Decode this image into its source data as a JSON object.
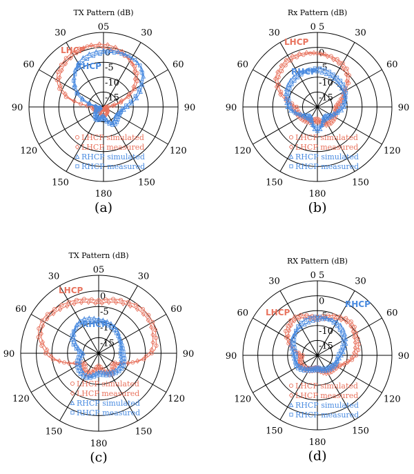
{
  "colors": {
    "lhcp": "#e8735e",
    "rhcp": "#4a8be0",
    "grid": "#000000"
  },
  "angle_labels": [
    "0",
    "30",
    "60",
    "90",
    "120",
    "150",
    "180",
    "150",
    "120",
    "90",
    "60",
    "30"
  ],
  "chart_data": [
    {
      "type": "polar",
      "title": "TX Pattern (dB)",
      "caption": "(a)",
      "top_label": "05",
      "radial_labels": [
        "0",
        "-5",
        "-10",
        "-15"
      ],
      "rlim": [
        -20,
        5
      ],
      "tags": {
        "lhcp": "LHCP",
        "rhcp": "RHCP"
      },
      "legend": [
        "LHCP simulated",
        "LHCP measured",
        "RHCP simulated",
        "RHCP measured"
      ],
      "series": [
        {
          "name": "LHCP simulated",
          "angles": [
            -90,
            -75,
            -60,
            -45,
            -30,
            -15,
            0,
            15,
            30,
            45,
            60,
            75,
            90,
            135,
            180,
            225,
            270
          ],
          "values": [
            -17,
            -7,
            -2,
            0,
            1,
            1,
            0,
            -1,
            -2,
            -4,
            -8,
            -14,
            -19,
            -19,
            -19,
            -19,
            -17
          ]
        },
        {
          "name": "LHCP measured",
          "angles": [
            -90,
            -75,
            -60,
            -45,
            -30,
            -15,
            0,
            15,
            30,
            45,
            60,
            75,
            90,
            135,
            180,
            225,
            270
          ],
          "values": [
            -16,
            -8,
            -3,
            -1,
            0,
            1,
            1,
            0,
            -2,
            -5,
            -9,
            -15,
            -19,
            -18,
            -17,
            -18,
            -16
          ]
        },
        {
          "name": "RHCP simulated",
          "angles": [
            -90,
            -60,
            -30,
            0,
            30,
            45,
            60,
            90,
            120,
            150,
            180,
            210,
            240,
            270
          ],
          "values": [
            -19,
            -10,
            -3,
            -1,
            -1,
            -2,
            -5,
            -12,
            -15,
            -14,
            -17,
            -16,
            -18,
            -19
          ]
        },
        {
          "name": "RHCP measured",
          "angles": [
            -90,
            -60,
            -30,
            0,
            30,
            45,
            60,
            90,
            120,
            150,
            180,
            210,
            240,
            270
          ],
          "values": [
            -18,
            -9,
            -4,
            -2,
            -1,
            -2,
            -6,
            -13,
            -14,
            -13,
            -16,
            -15,
            -17,
            -18
          ]
        }
      ]
    },
    {
      "type": "polar",
      "title": "Rx Pattern (dB)",
      "caption": "(b)",
      "top_label": "0 5",
      "radial_labels": [
        "0",
        "-5",
        "-10",
        "-15"
      ],
      "rlim": [
        -20,
        5
      ],
      "tags": {
        "lhcp": "LHCP",
        "rhcp": "RHCP"
      },
      "legend": [
        "LHCP simulated",
        "LHCP measured",
        "RHCP simulated",
        "RHCP measured"
      ],
      "series": [
        {
          "name": "LHCP simulated",
          "angles": [
            -90,
            -60,
            -45,
            -30,
            0,
            30,
            45,
            60,
            90,
            120,
            150,
            180,
            210,
            240,
            270
          ],
          "values": [
            -13,
            -5,
            -3,
            -2,
            -2,
            -3,
            -5,
            -9,
            -13,
            -14,
            -14,
            -16,
            -15,
            -14,
            -13
          ]
        },
        {
          "name": "LHCP measured",
          "angles": [
            -90,
            -60,
            -45,
            -30,
            0,
            30,
            45,
            60,
            90,
            120,
            150,
            180,
            210,
            240,
            270
          ],
          "values": [
            -12,
            -4,
            -2,
            -1,
            -2,
            -4,
            -6,
            -10,
            -14,
            -13,
            -13,
            -15,
            -14,
            -13,
            -12
          ]
        },
        {
          "name": "RHCP simulated",
          "angles": [
            -90,
            -60,
            -30,
            0,
            30,
            60,
            90,
            120,
            150,
            180,
            210,
            240,
            270
          ],
          "values": [
            -10,
            -8,
            -7,
            -8,
            -9,
            -10,
            -11,
            -15,
            -16,
            -12,
            -16,
            -15,
            -10
          ]
        },
        {
          "name": "RHCP measured",
          "angles": [
            -90,
            -60,
            -30,
            0,
            30,
            60,
            90,
            120,
            150,
            180,
            210,
            240,
            270
          ],
          "values": [
            -11,
            -9,
            -8,
            -7,
            -8,
            -9,
            -12,
            -14,
            -15,
            -13,
            -15,
            -14,
            -11
          ]
        }
      ]
    },
    {
      "type": "polar",
      "title": "TX Pattern (dB)",
      "caption": "(c)",
      "top_label": "05",
      "radial_labels": [
        "0",
        "-5",
        "-10",
        "-15"
      ],
      "rlim": [
        -20,
        5
      ],
      "tags": {
        "lhcp": "LHCP",
        "rhcp": "RHCP"
      },
      "legend": [
        "LHCP simulated",
        "LHCP measured",
        "RHCP simulated",
        "RHCP measured"
      ],
      "series": [
        {
          "name": "LHCP simulated",
          "angles": [
            -90,
            -75,
            -60,
            -45,
            -30,
            -15,
            0,
            15,
            30,
            45,
            60,
            75,
            90,
            120,
            150,
            180,
            210,
            240,
            270
          ],
          "values": [
            -3,
            0,
            1,
            0,
            -1,
            -2,
            -3,
            -2,
            -1,
            0,
            0,
            -1,
            -3,
            -14,
            -13,
            -16,
            -13,
            -14,
            -3
          ]
        },
        {
          "name": "LHCP measured",
          "angles": [
            -90,
            -75,
            -60,
            -45,
            -30,
            -15,
            0,
            15,
            30,
            45,
            60,
            75,
            90,
            120,
            150,
            180,
            210,
            240,
            270
          ],
          "values": [
            -4,
            -1,
            0,
            -1,
            -2,
            -3,
            -4,
            -3,
            -2,
            -1,
            -1,
            -2,
            -4,
            -13,
            -12,
            -15,
            -12,
            -13,
            -4
          ]
        },
        {
          "name": "RHCP simulated",
          "angles": [
            -90,
            -60,
            -30,
            0,
            30,
            60,
            90,
            120,
            150,
            180,
            210,
            240,
            270
          ],
          "values": [
            -15,
            -11,
            -8,
            -9,
            -10,
            -12,
            -13,
            -12,
            -13,
            -14,
            -12,
            -13,
            -15
          ]
        },
        {
          "name": "RHCP measured",
          "angles": [
            -90,
            -60,
            -30,
            0,
            30,
            60,
            90,
            120,
            150,
            180,
            210,
            240,
            270
          ],
          "values": [
            -14,
            -10,
            -9,
            -10,
            -11,
            -12,
            -12,
            -11,
            -12,
            -13,
            -11,
            -12,
            -14
          ]
        }
      ]
    },
    {
      "type": "polar",
      "title": "RX Pattern (dB)",
      "caption": "(d)",
      "top_label": "0 5",
      "radial_labels": [
        "0",
        "-5",
        "-10",
        "-15"
      ],
      "rlim": [
        -20,
        5
      ],
      "tags": {
        "lhcp": "LHCP",
        "rhcp": "RHCP"
      },
      "legend": [
        "LHCP simulated",
        "LHCP measured",
        "RHCP simulated",
        "RHCP measured"
      ],
      "series": [
        {
          "name": "LHCP simulated",
          "angles": [
            -90,
            -60,
            -45,
            -30,
            0,
            30,
            45,
            60,
            90,
            120,
            150,
            180,
            210,
            240,
            270
          ],
          "values": [
            -15,
            -8,
            -6,
            -5,
            -7,
            -5,
            -4,
            -5,
            -7,
            -13,
            -14,
            -16,
            -15,
            -14,
            -15
          ]
        },
        {
          "name": "LHCP measured",
          "angles": [
            -90,
            -60,
            -45,
            -30,
            0,
            30,
            45,
            60,
            90,
            120,
            150,
            180,
            210,
            240,
            270
          ],
          "values": [
            -14,
            -9,
            -7,
            -6,
            -8,
            -6,
            -5,
            -6,
            -8,
            -12,
            -13,
            -15,
            -14,
            -13,
            -14
          ]
        },
        {
          "name": "RHCP simulated",
          "angles": [
            -90,
            -60,
            -30,
            0,
            30,
            60,
            90,
            120,
            150,
            180,
            210,
            240,
            270
          ],
          "values": [
            -12,
            -10,
            -9,
            -8,
            -7,
            -9,
            -12,
            -14,
            -15,
            -16,
            -15,
            -13,
            -12
          ]
        },
        {
          "name": "RHCP measured",
          "angles": [
            -90,
            -60,
            -30,
            0,
            30,
            60,
            90,
            120,
            150,
            180,
            210,
            240,
            270
          ],
          "values": [
            -13,
            -11,
            -8,
            -7,
            -8,
            -10,
            -13,
            -13,
            -14,
            -15,
            -14,
            -12,
            -13
          ]
        }
      ]
    }
  ]
}
